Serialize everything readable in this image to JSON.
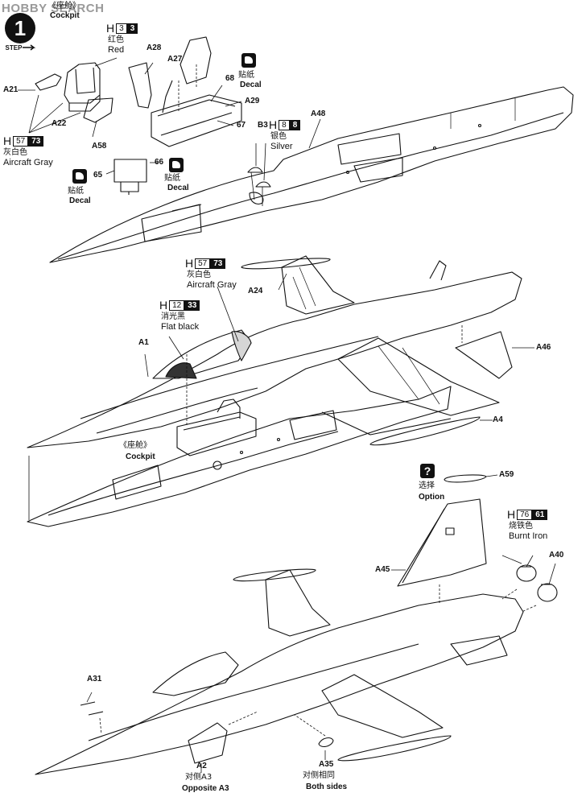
{
  "watermark": "HOBBY SEARCH",
  "step": {
    "number": "1",
    "word": "STEP"
  },
  "cockpit_top": {
    "cn": "《座舱》",
    "en": "Cockpit"
  },
  "cockpit_mid": {
    "cn": "《座舱》",
    "en": "Cockpit"
  },
  "paints": {
    "red": {
      "h": "H",
      "a": "3",
      "b": "3",
      "cn": "红色",
      "en": "Red"
    },
    "gray_top": {
      "h": "H",
      "a": "57",
      "b": "73",
      "cn": "灰白色",
      "en": "Aircraft Gray"
    },
    "silver": {
      "h": "H",
      "a": "8",
      "b": "8",
      "cn": "银色",
      "en": "Silver"
    },
    "gray_mid": {
      "h": "H",
      "a": "57",
      "b": "73",
      "cn": "灰白色",
      "en": "Aircraft Gray"
    },
    "black": {
      "h": "H",
      "a": "12",
      "b": "33",
      "cn": "消光黑",
      "en": "Flat black"
    },
    "iron": {
      "h": "H",
      "a": "76",
      "b": "61",
      "cn": "烧铁色",
      "en": "Burnt Iron"
    }
  },
  "decals": [
    {
      "cn": "贴纸",
      "en": "Decal"
    },
    {
      "cn": "贴纸",
      "en": "Decal"
    },
    {
      "cn": "贴纸",
      "en": "Decal"
    }
  ],
  "option": {
    "symbol": "?",
    "cn": "选择",
    "en": "Option"
  },
  "parts": {
    "A21": "A21",
    "A22": "A22",
    "A58": "A58",
    "A28": "A28",
    "A27": "A27",
    "p68": "68",
    "A29": "A29",
    "p67": "67",
    "p65": "65",
    "p66": "66",
    "B3": "B3",
    "A48": "A48",
    "A24": "A24",
    "A1": "A1",
    "A46": "A46",
    "A4": "A4",
    "A59": "A59",
    "A45": "A45",
    "A40": "A40",
    "A31": "A31",
    "A2": "A2",
    "A35": "A35"
  },
  "notes": {
    "opposite_cn": "对侧A3",
    "opposite_en": "Opposite A3",
    "both_cn": "对侧相同",
    "both_en": "Both sides"
  }
}
